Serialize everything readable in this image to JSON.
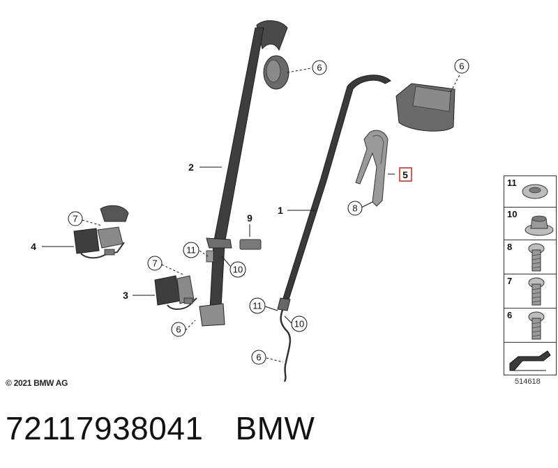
{
  "diagram": {
    "copyright": "© 2021 BMW AG",
    "diagram_id": "514618",
    "footer": {
      "part_number": "72117938041",
      "brand": "BMW"
    },
    "callouts": [
      {
        "id": "c6-top",
        "label": "6"
      },
      {
        "id": "c6-right",
        "label": "6"
      },
      {
        "id": "c7-left",
        "label": "7"
      },
      {
        "id": "c7-mid",
        "label": "7"
      },
      {
        "id": "c11-mid",
        "label": "11"
      },
      {
        "id": "c10-mid",
        "label": "10"
      },
      {
        "id": "c6-lower-mid",
        "label": "6"
      },
      {
        "id": "c8",
        "label": "8"
      },
      {
        "id": "c11-right",
        "label": "11"
      },
      {
        "id": "c10-right",
        "label": "10"
      },
      {
        "id": "c6-lower-right",
        "label": "6"
      }
    ],
    "plain_labels": [
      {
        "id": "l2",
        "label": "2"
      },
      {
        "id": "l9",
        "label": "9"
      },
      {
        "id": "l1",
        "label": "1"
      },
      {
        "id": "l4",
        "label": "4"
      },
      {
        "id": "l3",
        "label": "3"
      }
    ],
    "highlighted_label": "5",
    "highlight_color": "#d42020",
    "legend": [
      {
        "label": "11",
        "icon": "washer-nut-icon"
      },
      {
        "label": "10",
        "icon": "flange-nut-icon"
      },
      {
        "label": "8",
        "icon": "bolt-icon"
      },
      {
        "label": "7",
        "icon": "bolt-icon"
      },
      {
        "label": "6",
        "icon": "bolt-icon"
      },
      {
        "label": "",
        "icon": "arrow-icon"
      }
    ]
  }
}
